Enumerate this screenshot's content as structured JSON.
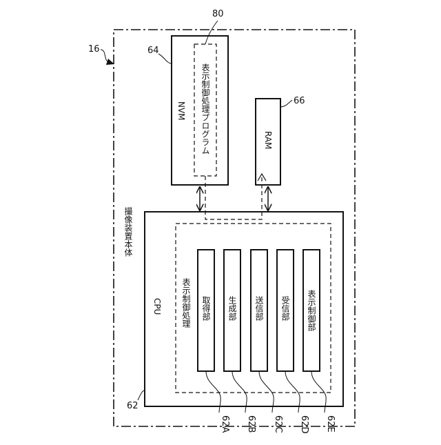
{
  "device": {
    "ref": "16",
    "label": "撮像装置本体"
  },
  "nvm": {
    "ref": "64",
    "label": "NVM",
    "program_ref": "80",
    "program_label": "表示制御処理プログラム"
  },
  "ram": {
    "ref": "66",
    "label": "RAM"
  },
  "cpu": {
    "ref": "62",
    "label": "CPU",
    "process_label": "表示制御処理"
  },
  "units": [
    {
      "ref": "62A",
      "label": "取得部"
    },
    {
      "ref": "62B",
      "label": "生成部"
    },
    {
      "ref": "62C",
      "label": "送信部"
    },
    {
      "ref": "62D",
      "label": "受信部"
    },
    {
      "ref": "62E",
      "label": "表示制御部"
    }
  ]
}
